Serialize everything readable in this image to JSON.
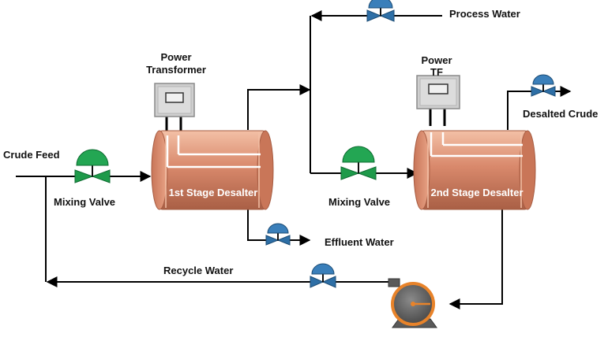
{
  "labels": {
    "crude_feed": "Crude Feed",
    "mixing_valve_1": "Mixing Valve",
    "mixing_valve_2": "Mixing Valve",
    "power_transformer_line1": "Power",
    "power_transformer_line2": "Transformer",
    "power_tf_line1": "Power",
    "power_tf_line2": "TF",
    "process_water": "Process Water",
    "desalted_crude": "Desalted Crude",
    "effluent_water": "Effluent Water",
    "recycle_water": "Recycle Water",
    "stage1": "1st Stage Desalter",
    "stage2": "2nd Stage Desalter"
  },
  "colors": {
    "tank": "#d9896c",
    "tank_light": "#f0b79c",
    "tank_dark": "#b0654a",
    "valve_green": "#1e9a4a",
    "valve_blue": "#2e6fa6",
    "transformer": "#c8c8c8",
    "pump_body": "#606060",
    "pump_rim": "#e8832a",
    "line": "#000000"
  },
  "icons": {
    "mixing_valve": "green-control-valve-icon",
    "block_valve": "blue-valve-icon",
    "transformer": "transformer-box-icon",
    "pump": "centrifugal-pump-icon"
  }
}
